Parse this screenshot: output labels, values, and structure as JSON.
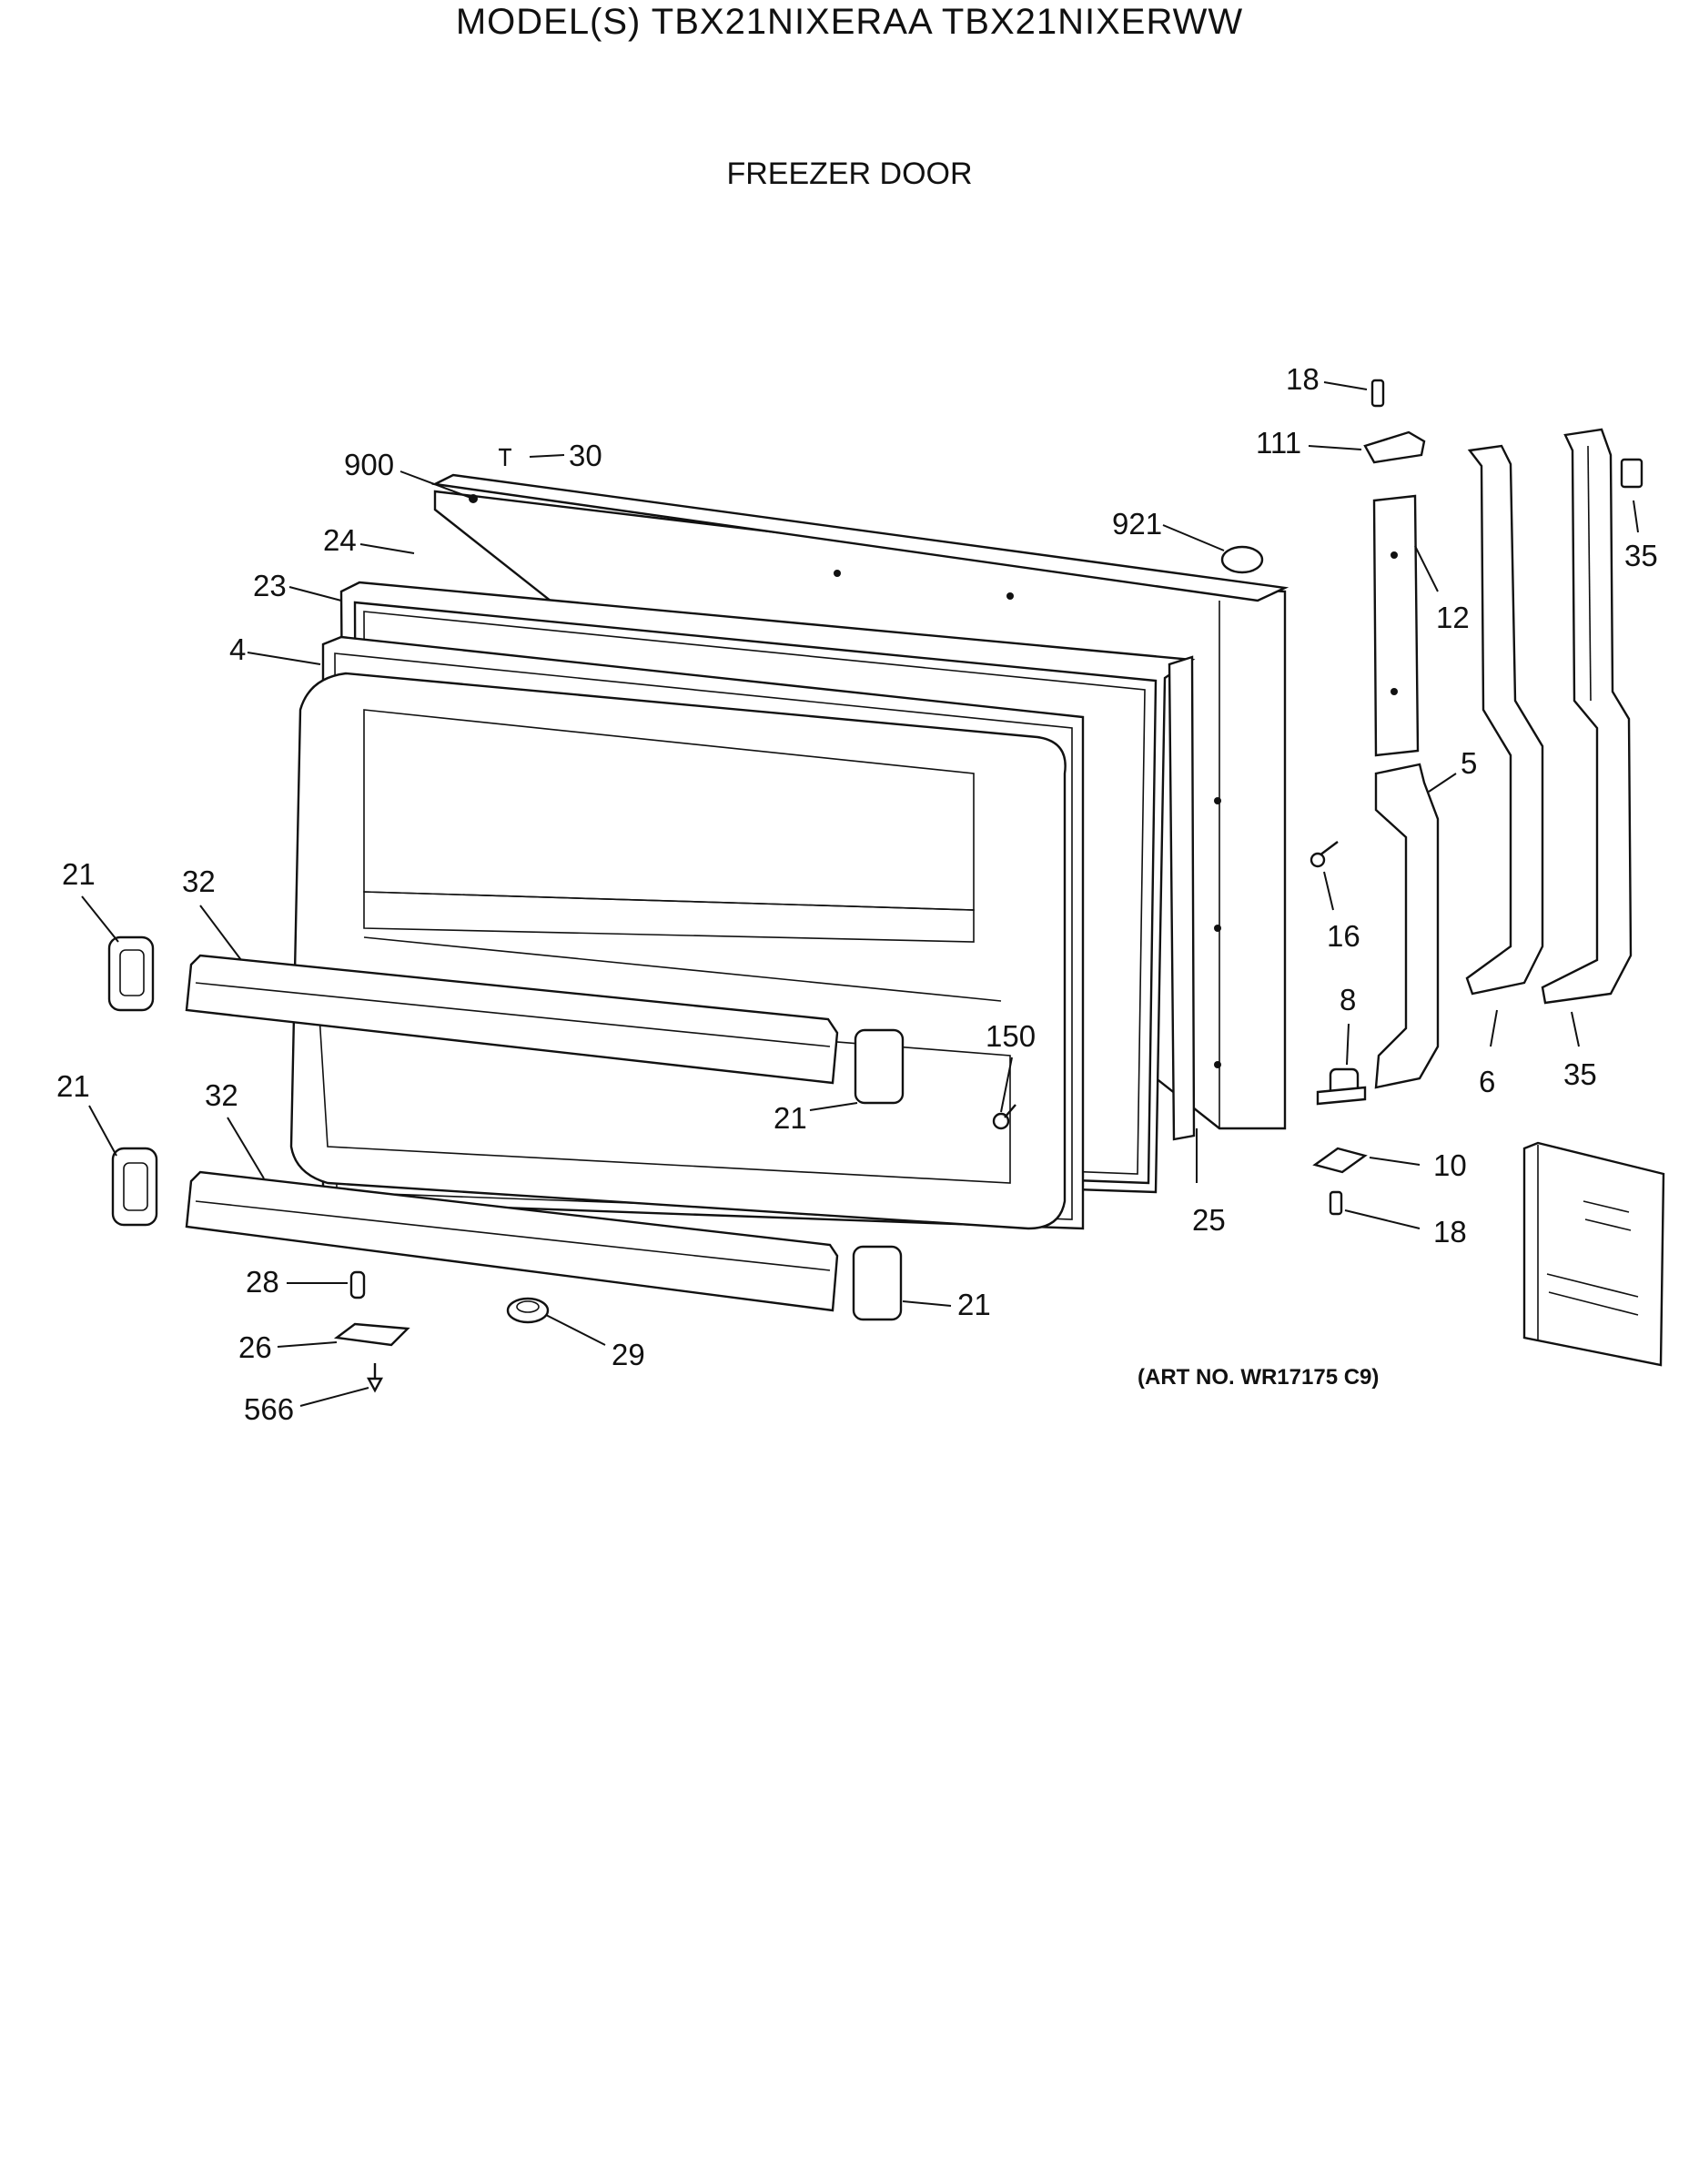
{
  "header": {
    "model_line": "MODEL(S) TBX21NIXERAA  TBX21NIXERWW",
    "section_title": "FREEZER DOOR"
  },
  "footer": {
    "art_number": "(ART NO. WR17175 C9)"
  },
  "callouts": [
    {
      "id": "c900",
      "label": "900"
    },
    {
      "id": "c30",
      "label": "30"
    },
    {
      "id": "c24",
      "label": "24"
    },
    {
      "id": "c23",
      "label": "23"
    },
    {
      "id": "c4",
      "label": "4"
    },
    {
      "id": "c921",
      "label": "921"
    },
    {
      "id": "c18a",
      "label": "18"
    },
    {
      "id": "c111",
      "label": "111"
    },
    {
      "id": "c12",
      "label": "12"
    },
    {
      "id": "c35a",
      "label": "35"
    },
    {
      "id": "c5",
      "label": "5"
    },
    {
      "id": "c16",
      "label": "16"
    },
    {
      "id": "c8",
      "label": "8"
    },
    {
      "id": "c6",
      "label": "6"
    },
    {
      "id": "c35b",
      "label": "35"
    },
    {
      "id": "c10",
      "label": "10"
    },
    {
      "id": "c18b",
      "label": "18"
    },
    {
      "id": "c21a",
      "label": "21"
    },
    {
      "id": "c32a",
      "label": "32"
    },
    {
      "id": "c21b",
      "label": "21"
    },
    {
      "id": "c32b",
      "label": "32"
    },
    {
      "id": "c150",
      "label": "150"
    },
    {
      "id": "c21c",
      "label": "21"
    },
    {
      "id": "c25",
      "label": "25"
    },
    {
      "id": "c28",
      "label": "28"
    },
    {
      "id": "c26",
      "label": "26"
    },
    {
      "id": "c566",
      "label": "566"
    },
    {
      "id": "c29",
      "label": "29"
    },
    {
      "id": "c21d",
      "label": "21"
    }
  ]
}
